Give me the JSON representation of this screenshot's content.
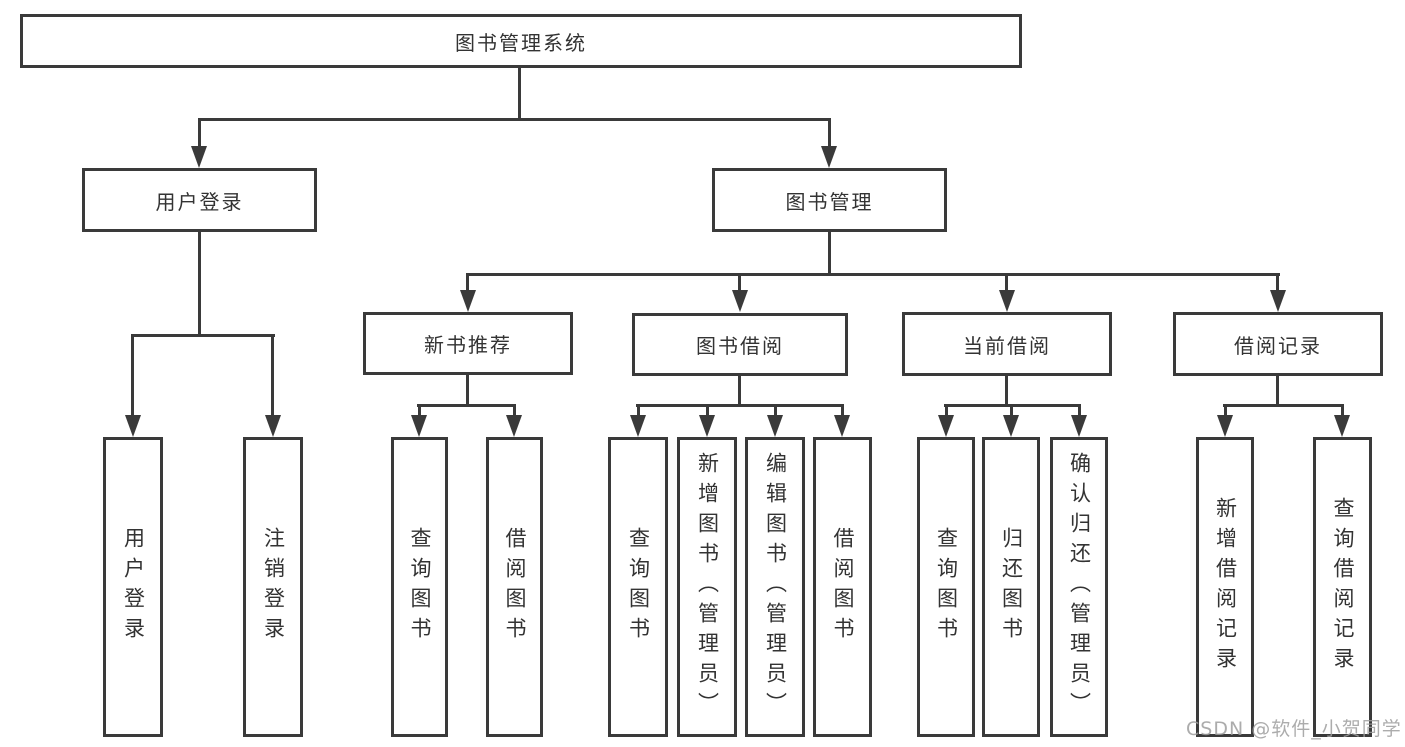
{
  "diagram_type": "hierarchy-tree",
  "colors": {
    "line": "#3a3a3a",
    "text": "#333333",
    "watermark": "#9e9e9e",
    "background": "#ffffff"
  },
  "tree": {
    "label": "图书管理系统",
    "children": [
      {
        "label": "用户登录",
        "children": [
          {
            "label": "用户登录"
          },
          {
            "label": "注销登录"
          }
        ]
      },
      {
        "label": "图书管理",
        "children": [
          {
            "label": "新书推荐",
            "children": [
              {
                "label": "查询图书"
              },
              {
                "label": "借阅图书"
              }
            ]
          },
          {
            "label": "图书借阅",
            "children": [
              {
                "label": "查询图书"
              },
              {
                "label": "新增图书（管理员）"
              },
              {
                "label": "编辑图书（管理员）"
              },
              {
                "label": "借阅图书"
              }
            ]
          },
          {
            "label": "当前借阅",
            "children": [
              {
                "label": "查询图书"
              },
              {
                "label": "归还图书"
              },
              {
                "label": "确认归还（管理员）"
              }
            ]
          },
          {
            "label": "借阅记录",
            "children": [
              {
                "label": "新增借阅记录"
              },
              {
                "label": "查询借阅记录"
              }
            ]
          }
        ]
      }
    ]
  },
  "watermark": {
    "text": "CSDN @软件_小贺同学"
  }
}
